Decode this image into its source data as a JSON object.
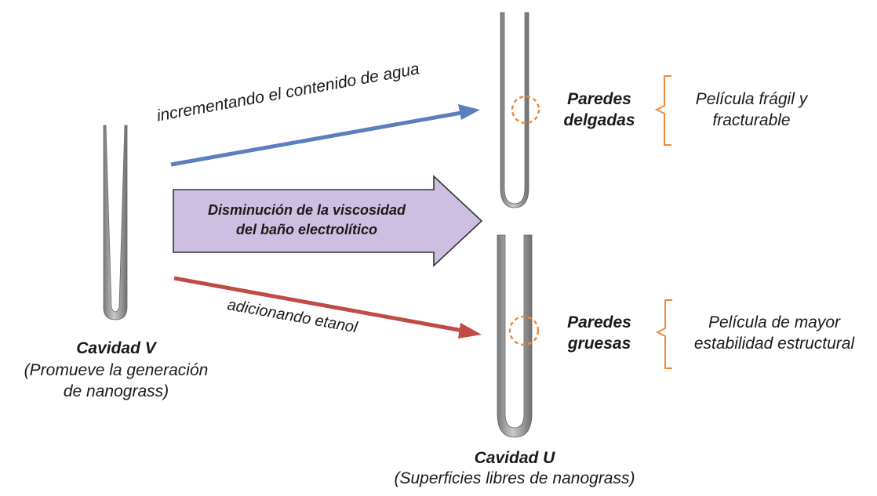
{
  "cavity_v": {
    "title": "Cavidad V",
    "desc_line1": "(Promueve la generación",
    "desc_line2": "de nanograss)"
  },
  "cavity_u": {
    "title": "Cavidad U",
    "desc": "(Superficies libres de nanograss)"
  },
  "arrows": {
    "upper_label": "incrementando el contenido de agua",
    "lower_label": "adicionando etanol",
    "center_line1": "Disminución de la viscosidad",
    "center_line2": "del baño electrolítico"
  },
  "top_tube": {
    "wall_line1": "Paredes",
    "wall_line2": "delgadas",
    "result_line1": "Película frágil y",
    "result_line2": "fracturable"
  },
  "bottom_tube": {
    "wall_line1": "Paredes",
    "wall_line2": "gruesas",
    "result_line1": "Película de mayor",
    "result_line2": "estabilidad estructural"
  },
  "colors": {
    "upper_arrow": "#5b7fbd",
    "lower_arrow": "#bf4a46",
    "center_arrow_fill": "#cdbfe1",
    "orange": "#ee8a3c",
    "tube": "#9a9a9a"
  }
}
